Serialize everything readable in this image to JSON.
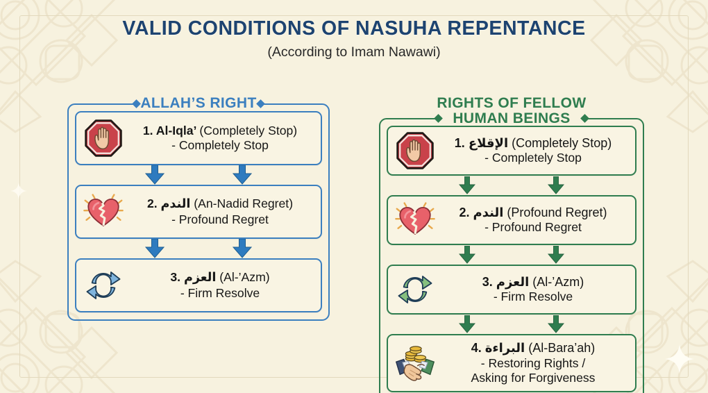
{
  "page": {
    "title": "VALID CONDITIONS OF NASUHA REPENTANCE",
    "subtitle": "(According to Imam Nawawi)",
    "background_color": "#F7F2DF",
    "title_color": "#1D4370",
    "subtitle_color": "#272727"
  },
  "columns": [
    {
      "id": "allahs-right",
      "header_lines": [
        "ALLAH’S RIGHT"
      ],
      "accent_color": "#3B7FBF",
      "arrow_color": "#2E7BBF",
      "items": [
        {
          "number": "1.",
          "icon": "stop-sign-hand-icon",
          "term": "Al-Iqla’",
          "term_is_arabic": false,
          "translation": "(Completely Stop)",
          "detail_lines": [
            "- Completely Stop"
          ]
        },
        {
          "number": "2.",
          "icon": "broken-heart-icon",
          "term": "الندم",
          "term_is_arabic": true,
          "translation": "(An-Nadid Regret)",
          "detail_lines": [
            "- Profound Regret"
          ]
        },
        {
          "number": "3.",
          "icon": "refresh-cycle-icon",
          "term": "العزم",
          "term_is_arabic": true,
          "translation": "(Al-’Azm)",
          "detail_lines": [
            "- Firm Resolve"
          ]
        }
      ]
    },
    {
      "id": "rights-of-fellow-human-beings",
      "header_lines": [
        "RIGHTS OF FELLOW",
        "HUMAN BEINGS"
      ],
      "accent_color": "#2F7D4F",
      "arrow_color": "#2F7D4F",
      "items": [
        {
          "number": "1.",
          "icon": "stop-sign-hand-icon",
          "term": "الإقلاع",
          "term_is_arabic": true,
          "translation": "(Completely Stop)",
          "detail_lines": [
            "- Completely Stop"
          ]
        },
        {
          "number": "2.",
          "icon": "broken-heart-icon",
          "term": "الندم",
          "term_is_arabic": true,
          "translation": "(Profound Regret)",
          "detail_lines": [
            "- Profound Regret"
          ]
        },
        {
          "number": "3.",
          "icon": "refresh-cycle-icon",
          "term": "العزم",
          "term_is_arabic": true,
          "translation": "(Al-’Azm)",
          "detail_lines": [
            "- Firm Resolve"
          ]
        },
        {
          "number": "4.",
          "icon": "handshake-coins-icon",
          "term": "البراءة",
          "term_is_arabic": true,
          "translation": "(Al-Bara’ah)",
          "detail_lines": [
            "- Restoring Rights /",
            "Asking for Forgiveness"
          ]
        }
      ]
    }
  ]
}
